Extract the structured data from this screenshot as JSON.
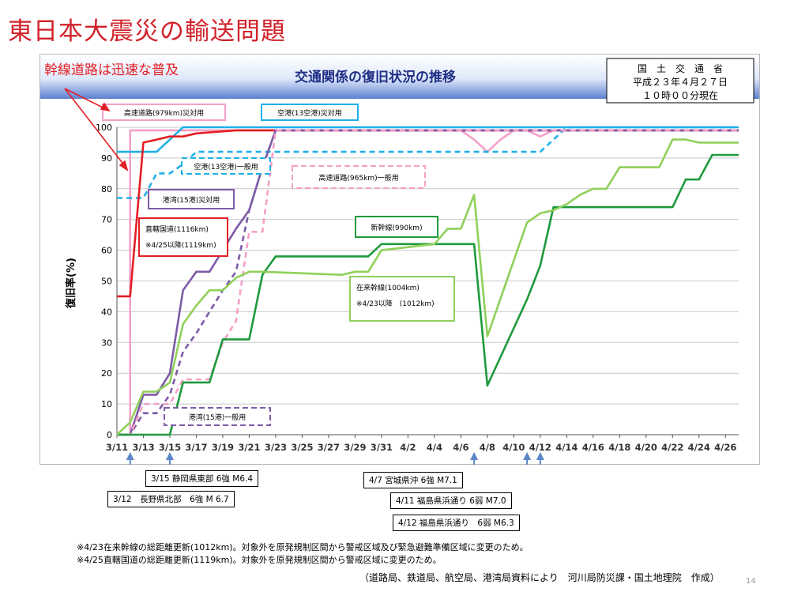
{
  "slide_title": "東日本大震災の輸送問題",
  "page_number": "14",
  "footnotes": [
    "※4/23在来幹線の総距離更新(1012km)。対象外を原発規制区間から警戒区域及び緊急避難準備区域に変更のため。",
    "※4/25直轄国道の総距離更新(1119km)。対象外を原発規制区間から警戒区域に変更のため。"
  ],
  "source": "（道路局、鉄道局、航空局、港湾局資料により　河川局防災課・国土地理院　作成）",
  "earthquakes": [
    {
      "label": "3/12　長野県北部　6強 M 6.7",
      "date_index": 1
    },
    {
      "label": "3/15 静岡県東部 6強 M6.4",
      "date_index": 4
    },
    {
      "label": "4/7 宮城県沖 6強 M7.1",
      "date_index": 27
    },
    {
      "label": "4/11 福島県浜通り 6弱 M7.0",
      "date_index": 31
    },
    {
      "label": "4/12 福島県浜通り　6弱 M6.3",
      "date_index": 32
    }
  ],
  "colors": {
    "title_red": "#d2222a",
    "header_blue": "#5b7fd1",
    "highway_disaster": "#f4a0c8",
    "airport_disaster": "#1fb0e8",
    "national_road": "#e31e24",
    "port_disaster": "#7d5ba6",
    "shinkansen": "#1e9a3c",
    "conventional": "#8fd05a"
  },
  "chart_data": {
    "type": "line",
    "title": "交通関係の復旧状況の推移",
    "callout": "幹線道路は迅速な普及",
    "date_stamp": [
      "国　土　交　通　省",
      "平成２３年４月２７日",
      "１０時００分現在"
    ],
    "ylabel": "復旧率(%)",
    "xlabel": "",
    "ylim": [
      0,
      100
    ],
    "yticks": [
      0,
      10,
      20,
      30,
      40,
      50,
      60,
      70,
      80,
      90,
      100
    ],
    "xlim": [
      "3/11",
      "4/27"
    ],
    "xticks": [
      "3/11",
      "3/13",
      "3/15",
      "3/17",
      "3/19",
      "3/21",
      "3/23",
      "3/25",
      "3/27",
      "3/29",
      "3/31",
      "4/2",
      "4/4",
      "4/6",
      "4/8",
      "4/10",
      "4/12",
      "4/14",
      "4/16",
      "4/18",
      "4/20",
      "4/22",
      "4/24",
      "4/26"
    ],
    "grid": true,
    "series": [
      {
        "name": "高速道路(979km)災対用",
        "style": "solid",
        "color": "#f4a0c8",
        "x": [
          "3/11",
          "3/12",
          "3/12",
          "4/6",
          "4/7",
          "4/8",
          "4/9",
          "4/10",
          "4/11",
          "4/12",
          "4/13",
          "4/14",
          "4/27"
        ],
        "y": [
          0,
          0,
          99,
          99,
          96,
          92,
          96,
          99,
          99,
          97,
          99,
          99,
          99
        ]
      },
      {
        "name": "空港(13空港)災対用",
        "style": "solid",
        "color": "#1fb0e8",
        "x": [
          "3/11",
          "3/13",
          "3/14",
          "3/15",
          "3/16",
          "4/27"
        ],
        "y": [
          92,
          92,
          92,
          96,
          100,
          100
        ]
      },
      {
        "name": "空港(13空港)一般用",
        "style": "dashed",
        "color": "#1fb0e8",
        "x": [
          "3/11",
          "3/12",
          "3/13",
          "3/14",
          "3/15",
          "3/16",
          "3/17",
          "3/18",
          "4/12",
          "4/13",
          "4/14",
          "4/27"
        ],
        "y": [
          77,
          77,
          77,
          85,
          85,
          88,
          92,
          92,
          92,
          96,
          100,
          100
        ]
      },
      {
        "name": "直轄国道(1116km)",
        "style": "solid",
        "color": "#e31e24",
        "x": [
          "3/11",
          "3/12",
          "3/13",
          "3/14",
          "3/15",
          "3/16",
          "3/17",
          "3/20",
          "3/23",
          "4/27"
        ],
        "y": [
          45,
          45,
          95,
          96,
          97,
          97,
          98,
          99,
          99,
          99
        ]
      },
      {
        "name": "港湾(15港)災対用",
        "style": "solid",
        "color": "#7d5ba6",
        "x": [
          "3/11",
          "3/12",
          "3/13",
          "3/14",
          "3/15",
          "3/16",
          "3/17",
          "3/18",
          "3/19",
          "3/20",
          "3/21",
          "3/22",
          "3/23",
          "4/27"
        ],
        "y": [
          0,
          0,
          13,
          13,
          20,
          47,
          53,
          53,
          60,
          67,
          73,
          87,
          99,
          99
        ]
      },
      {
        "name": "港湾(15港)一般用",
        "style": "dashed",
        "color": "#7d5ba6",
        "x": [
          "3/11",
          "3/12",
          "3/13",
          "3/14",
          "3/15",
          "3/16",
          "3/17",
          "3/18",
          "3/19",
          "3/20",
          "3/21",
          "3/22",
          "3/23",
          "4/27"
        ],
        "y": [
          0,
          0,
          7,
          7,
          13,
          27,
          33,
          40,
          47,
          53,
          73,
          87,
          99,
          99
        ]
      },
      {
        "name": "高速道路(965km)一般用",
        "style": "dashed",
        "color": "#f4a0c8",
        "x": [
          "3/11",
          "3/12",
          "3/13",
          "3/14",
          "3/15",
          "3/16",
          "3/17",
          "3/18",
          "3/19",
          "3/20",
          "3/21",
          "3/22",
          "3/23",
          "3/24",
          "4/27"
        ],
        "y": [
          0,
          0,
          10,
          10,
          10,
          18,
          18,
          18,
          30,
          37,
          66,
          66,
          99,
          99,
          99
        ]
      },
      {
        "name": "新幹線(990km)",
        "style": "solid",
        "color": "#1e9a3c",
        "x": [
          "3/11",
          "3/12",
          "3/13",
          "3/14",
          "3/15",
          "3/16",
          "3/18",
          "3/19",
          "3/20",
          "3/21",
          "3/22",
          "3/23",
          "3/29",
          "3/30",
          "3/31",
          "4/6",
          "4/7",
          "4/8",
          "4/11",
          "4/12",
          "4/13",
          "4/14",
          "4/21",
          "4/22",
          "4/23",
          "4/24",
          "4/25",
          "4/27"
        ],
        "y": [
          0,
          0,
          0,
          0,
          0,
          17,
          17,
          31,
          31,
          31,
          52,
          58,
          58,
          58,
          62,
          62,
          62,
          16,
          44,
          55,
          74,
          74,
          74,
          74,
          83,
          83,
          91,
          91
        ]
      },
      {
        "name": "在来幹線(1004km)",
        "style": "solid",
        "color": "#8fd05a",
        "x": [
          "3/11",
          "3/12",
          "3/13",
          "3/14",
          "3/15",
          "3/16",
          "3/17",
          "3/18",
          "3/19",
          "3/20",
          "3/21",
          "3/22",
          "3/28",
          "3/29",
          "3/30",
          "3/31",
          "4/2",
          "4/4",
          "4/5",
          "4/6",
          "4/7",
          "4/8",
          "4/11",
          "4/12",
          "4/13",
          "4/14",
          "4/15",
          "4/16",
          "4/17",
          "4/18",
          "4/19",
          "4/20",
          "4/21",
          "4/22",
          "4/23",
          "4/24",
          "4/27"
        ],
        "y": [
          0,
          4,
          14,
          14,
          17,
          36,
          42,
          47,
          47,
          51,
          53,
          53,
          52,
          53,
          53,
          60,
          61,
          62,
          67,
          67,
          78,
          32,
          69,
          72,
          73,
          75,
          78,
          80,
          80,
          87,
          87,
          87,
          87,
          96,
          96,
          95,
          95
        ]
      }
    ],
    "legend_labels": [
      {
        "text": "高速道路(979km)災対用"
      },
      {
        "text": "空港(13空港)災対用"
      },
      {
        "text": "空港(13空港)一般用"
      },
      {
        "text": "高速道路(965km)一般用"
      },
      {
        "text": "港湾(15港)災対用"
      },
      {
        "text": "直轄国道(1116km)",
        "text2": "※4/25以降(1119km)"
      },
      {
        "text": "新幹線(990km)"
      },
      {
        "text": "在来幹線(1004km)",
        "text2": "※4/23以降　(1012km)"
      },
      {
        "text": "港湾(15港)一般用"
      }
    ]
  }
}
